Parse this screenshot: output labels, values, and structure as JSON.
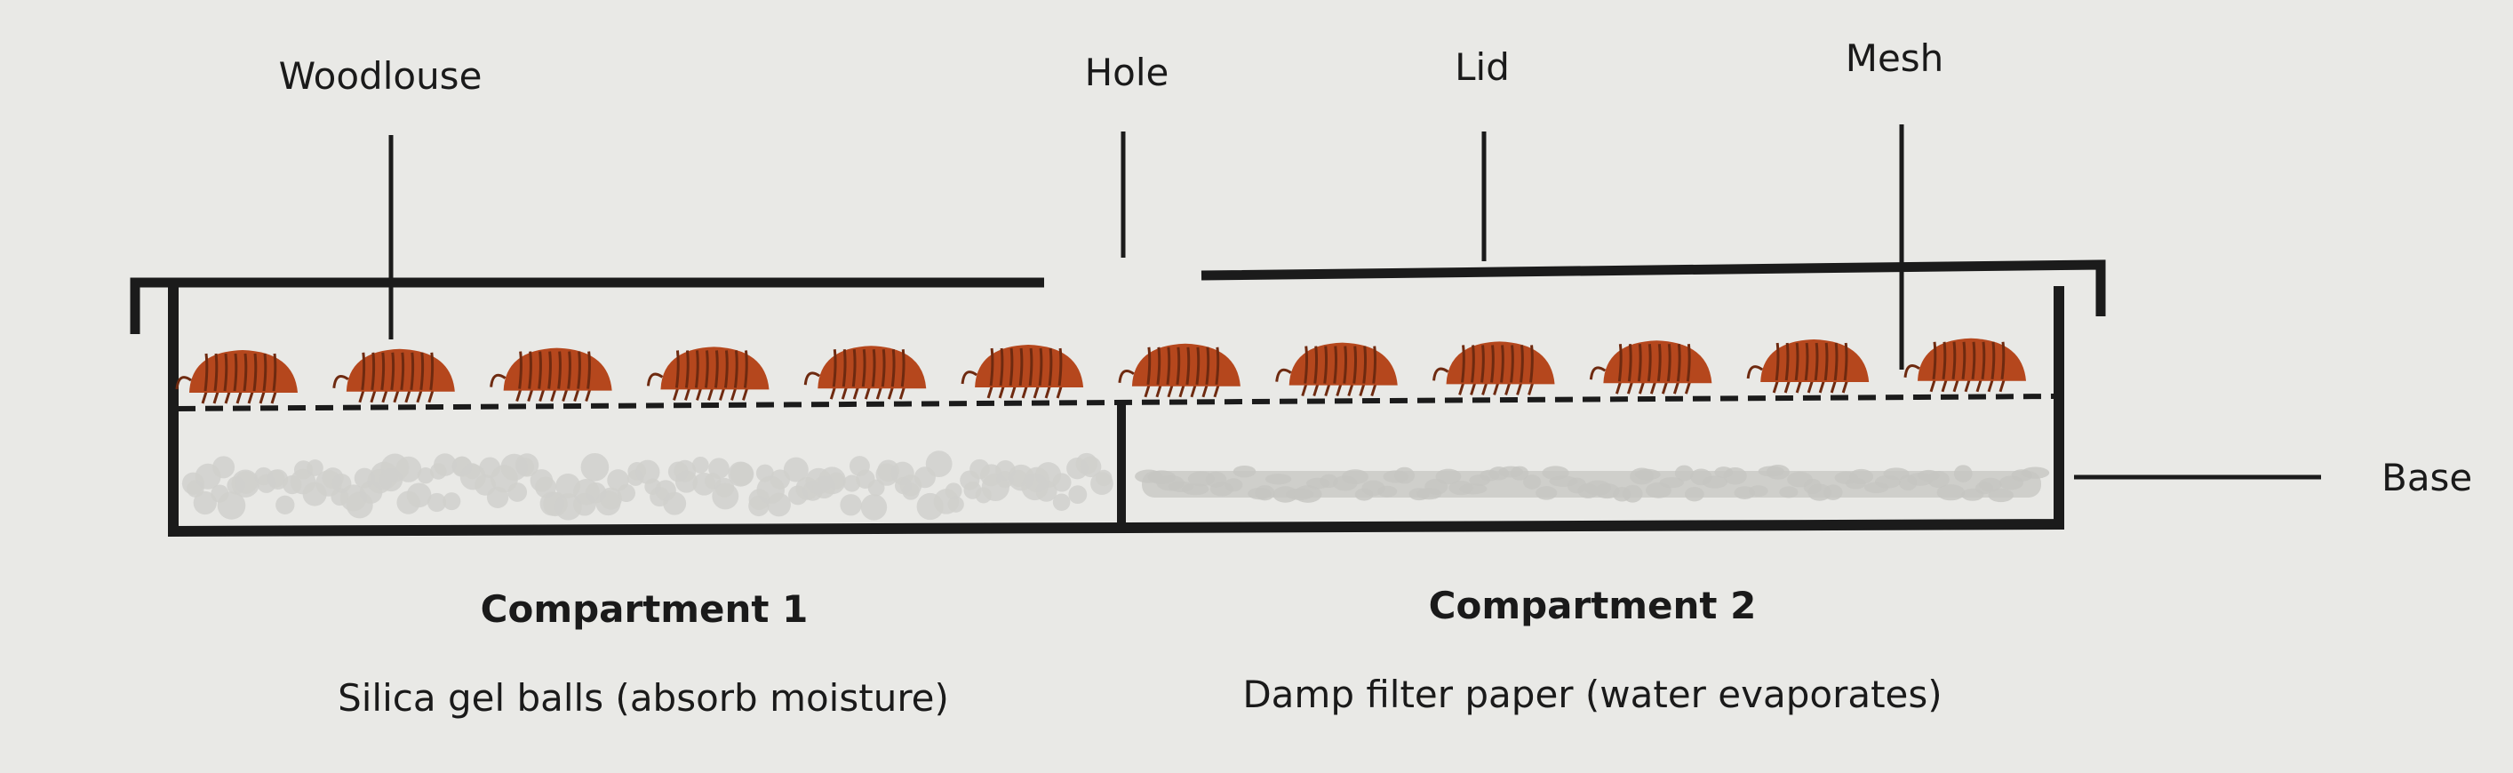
{
  "labels": {
    "woodlouse": "Woodlouse",
    "hole": "Hole",
    "lid": "Lid",
    "mesh": "Mesh",
    "base": "Base"
  },
  "compartments": [
    {
      "title": "Compartment 1",
      "contents": "Silica gel balls (absorb moisture)"
    },
    {
      "title": "Compartment 2",
      "contents": "Damp filter paper (water evaporates)"
    }
  ],
  "woodlice_count": 12,
  "colors": {
    "line": "#1b1b1b",
    "woodlouse": "#b5471d",
    "woodlouse_stripe": "#6e2a10",
    "silica": "#d0d0cc",
    "filter_paper": "#cfcfcb",
    "background": "#e9e9e6"
  }
}
